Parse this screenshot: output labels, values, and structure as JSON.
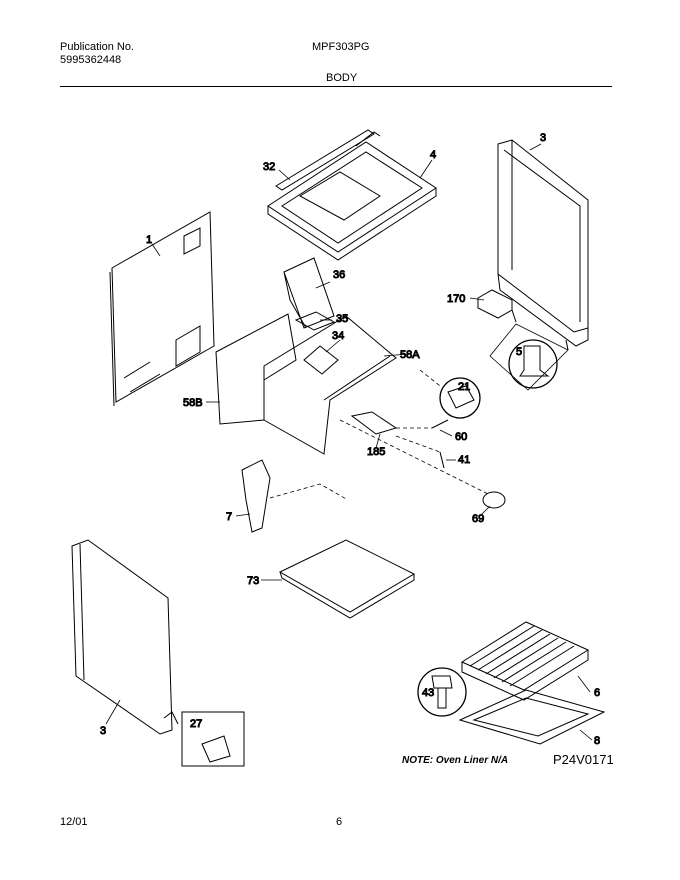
{
  "header": {
    "publication_label": "Publication No.",
    "publication_number": "5995362448",
    "model": "MPF303PG",
    "section": "BODY"
  },
  "parts": [
    {
      "id": "p32",
      "label": "32"
    },
    {
      "id": "p4",
      "label": "4"
    },
    {
      "id": "p3top",
      "label": "3"
    },
    {
      "id": "p1",
      "label": "1"
    },
    {
      "id": "p36",
      "label": "36"
    },
    {
      "id": "p35",
      "label": "35"
    },
    {
      "id": "p34",
      "label": "34"
    },
    {
      "id": "p58A",
      "label": "58A"
    },
    {
      "id": "p170",
      "label": "170"
    },
    {
      "id": "p5",
      "label": "5"
    },
    {
      "id": "p21",
      "label": "21"
    },
    {
      "id": "p58B",
      "label": "58B"
    },
    {
      "id": "p60",
      "label": "60"
    },
    {
      "id": "p185",
      "label": "185"
    },
    {
      "id": "p41",
      "label": "41"
    },
    {
      "id": "p7",
      "label": "7"
    },
    {
      "id": "p69",
      "label": "69"
    },
    {
      "id": "p73",
      "label": "73"
    },
    {
      "id": "p43",
      "label": "43"
    },
    {
      "id": "p6",
      "label": "6"
    },
    {
      "id": "p3bottom",
      "label": "3"
    },
    {
      "id": "p27",
      "label": "27"
    },
    {
      "id": "p8",
      "label": "8"
    }
  ],
  "note": "NOTE: Oven Liner N/A",
  "drawing_ref": "P24V0171",
  "footer": {
    "date": "12/01",
    "page": "6"
  }
}
